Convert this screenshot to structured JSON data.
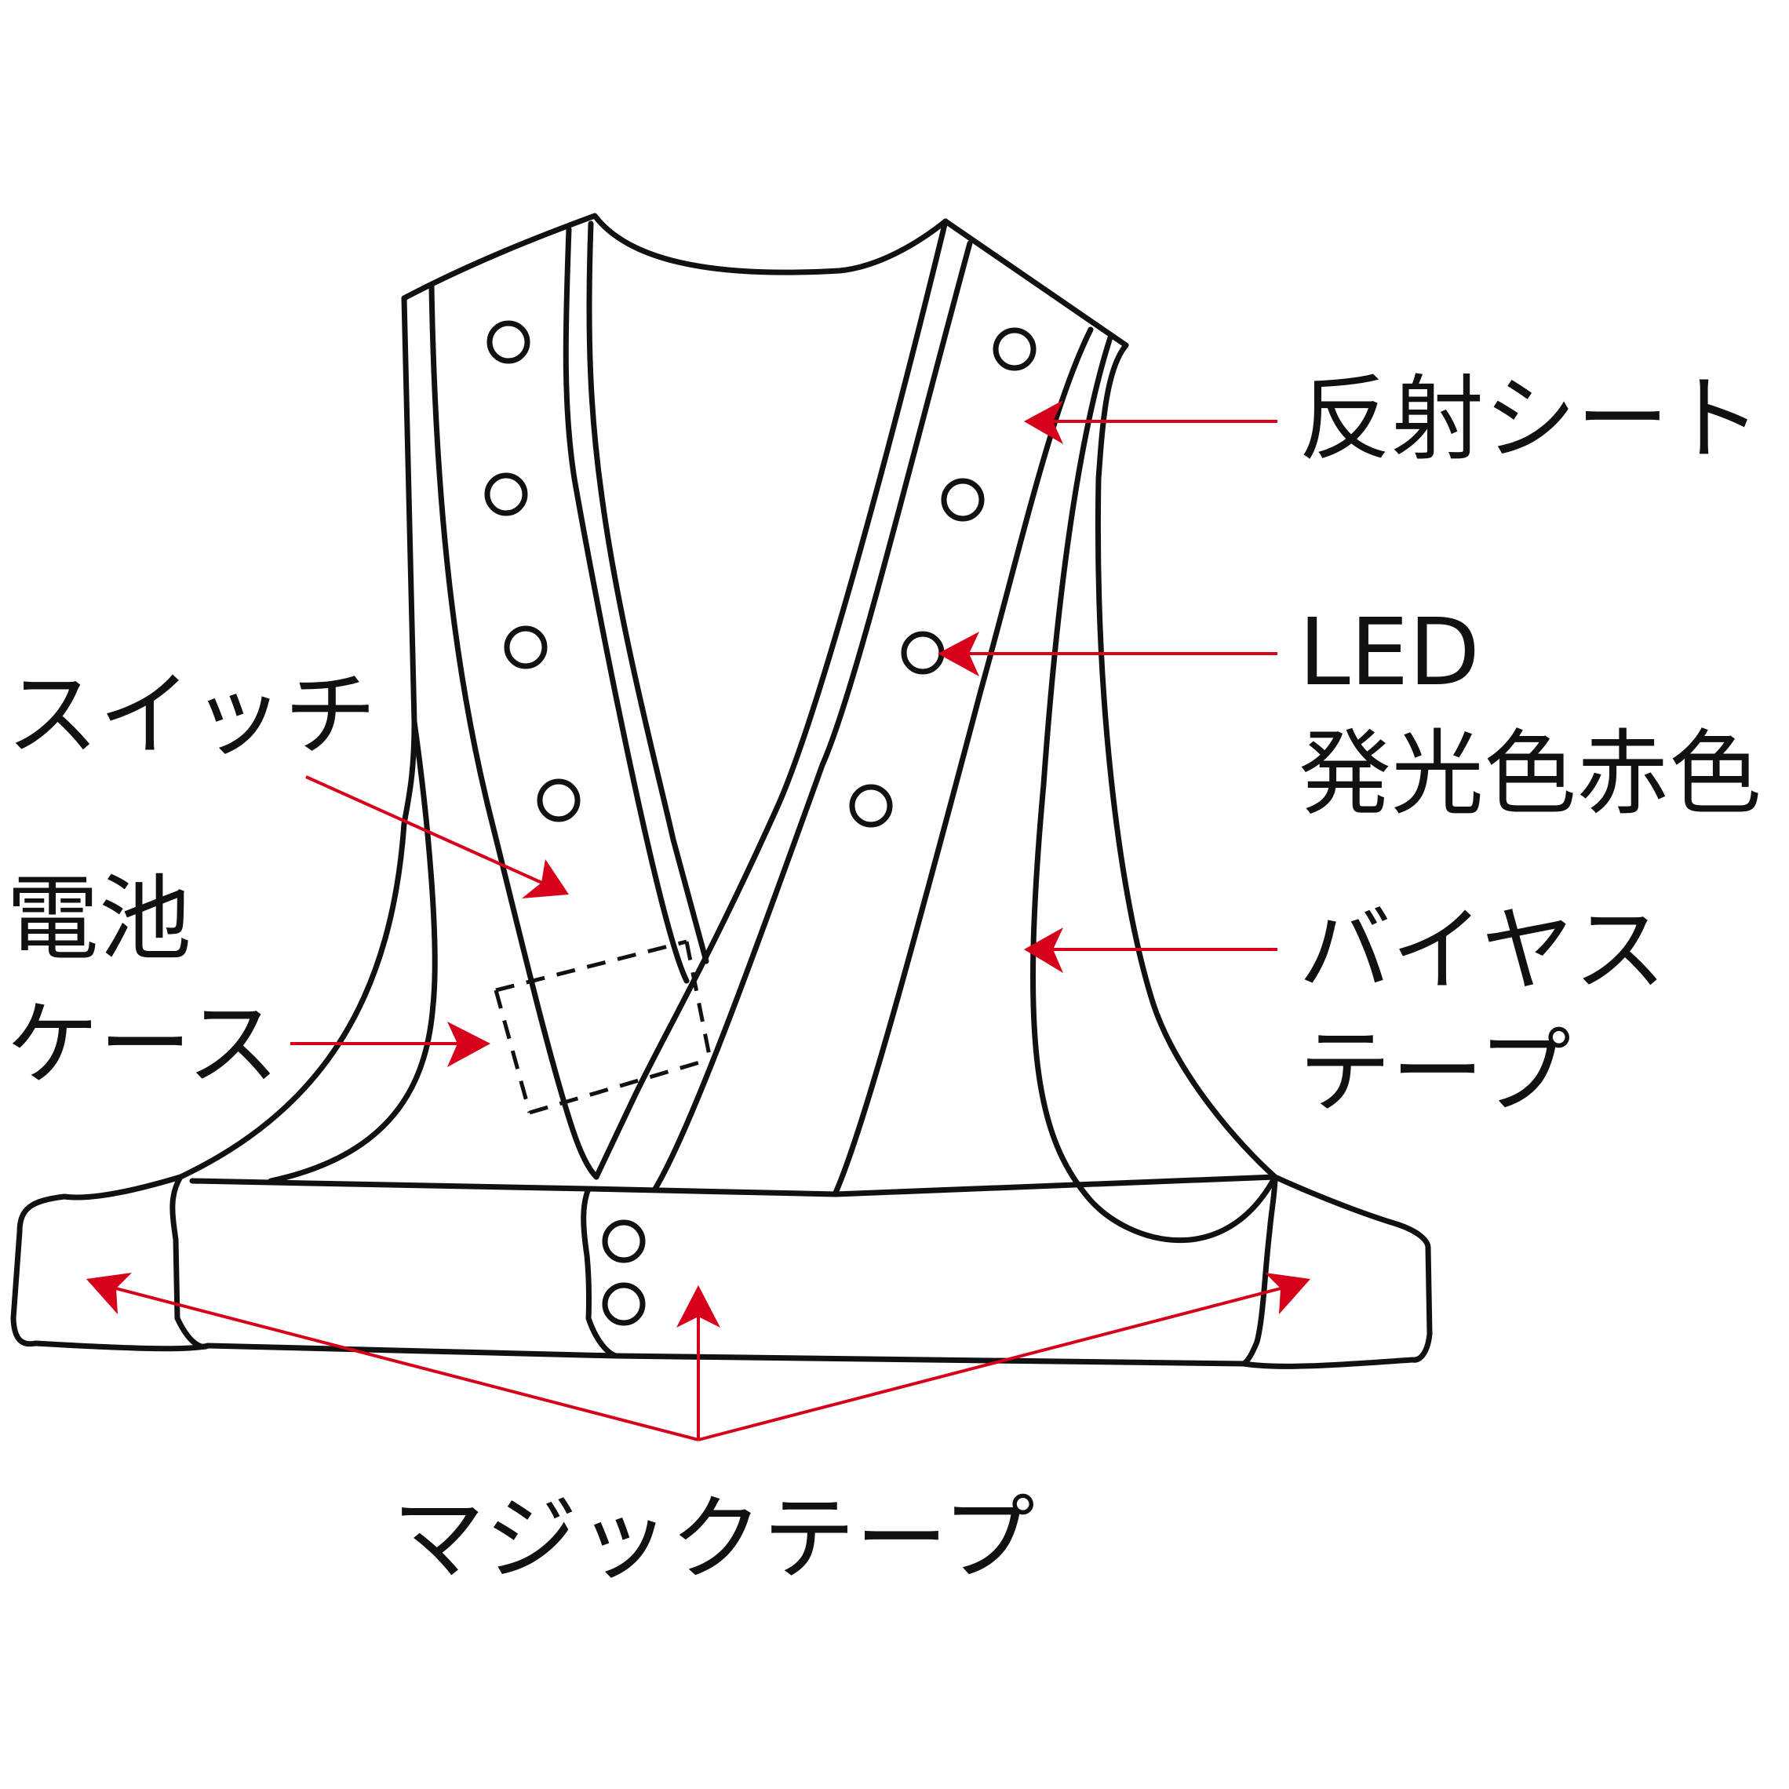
{
  "labels": {
    "reflective_sheet": "反射シート",
    "led_line1": "LED",
    "led_line2": "発光色赤色",
    "bias_tape_line1": "バイヤス",
    "bias_tape_line2": "テープ",
    "switch": "スイッチ",
    "battery_case_line1": "電池",
    "battery_case_line2": "ケース",
    "magic_tape": "マジックテープ"
  },
  "colors": {
    "leader_line": "#d7001a",
    "outline": "#111111",
    "background": "#ffffff"
  }
}
